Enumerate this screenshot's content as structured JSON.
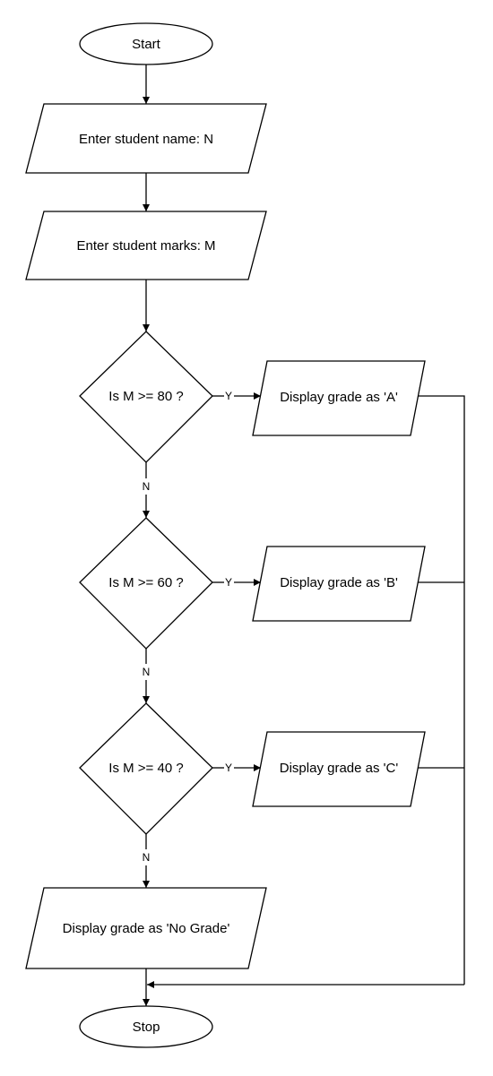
{
  "flowchart": {
    "nodes": {
      "start": "Start",
      "input_name": "Enter student name: N",
      "input_marks": "Enter student marks: M",
      "decision_80": "Is M >= 80 ?",
      "decision_60": "Is M >= 60 ?",
      "decision_40": "Is M >= 40 ?",
      "grade_a": "Display grade as 'A'",
      "grade_b": "Display grade as 'B'",
      "grade_c": "Display grade as 'C'",
      "no_grade": "Display grade as 'No Grade'",
      "stop": "Stop"
    },
    "edge_labels": {
      "yes": "Y",
      "no": "N"
    }
  }
}
